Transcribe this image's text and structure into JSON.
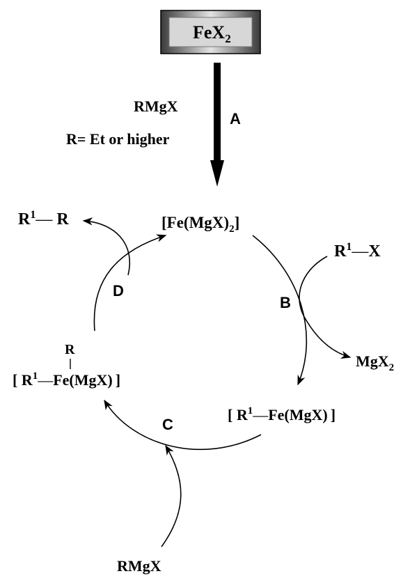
{
  "start": {
    "species": "FeX",
    "sub": "2"
  },
  "step_a": {
    "label": "A",
    "reagent": "RMgX",
    "condition": "R= Et or higher"
  },
  "catalyst": {
    "prefix": "[Fe(MgX)",
    "sub": "2",
    "suffix": "]"
  },
  "substrate": {
    "r1": "R",
    "sup": "1",
    "bond": "—",
    "x": "X"
  },
  "byproduct": {
    "text": "MgX",
    "sub": "2"
  },
  "intermediate_1": {
    "open": "[ R",
    "sup": "1",
    "bond": "—",
    "metal": "Fe(MgX)",
    "close": "]"
  },
  "intermediate_2": {
    "r_top": "R",
    "open": "[ R",
    "sup": "1",
    "bond": "—",
    "metal": "Fe(MgX)",
    "close": "]"
  },
  "product": {
    "r1": "R",
    "sup": "1",
    "bond": "—",
    "r": "R"
  },
  "bottom_reagent": "RMgX",
  "step_labels": {
    "b": "B",
    "c": "C",
    "d": "D"
  },
  "colors": {
    "box_dark": "#3a3a3a",
    "box_light": "#d9d9d9",
    "ink": "#000000"
  }
}
